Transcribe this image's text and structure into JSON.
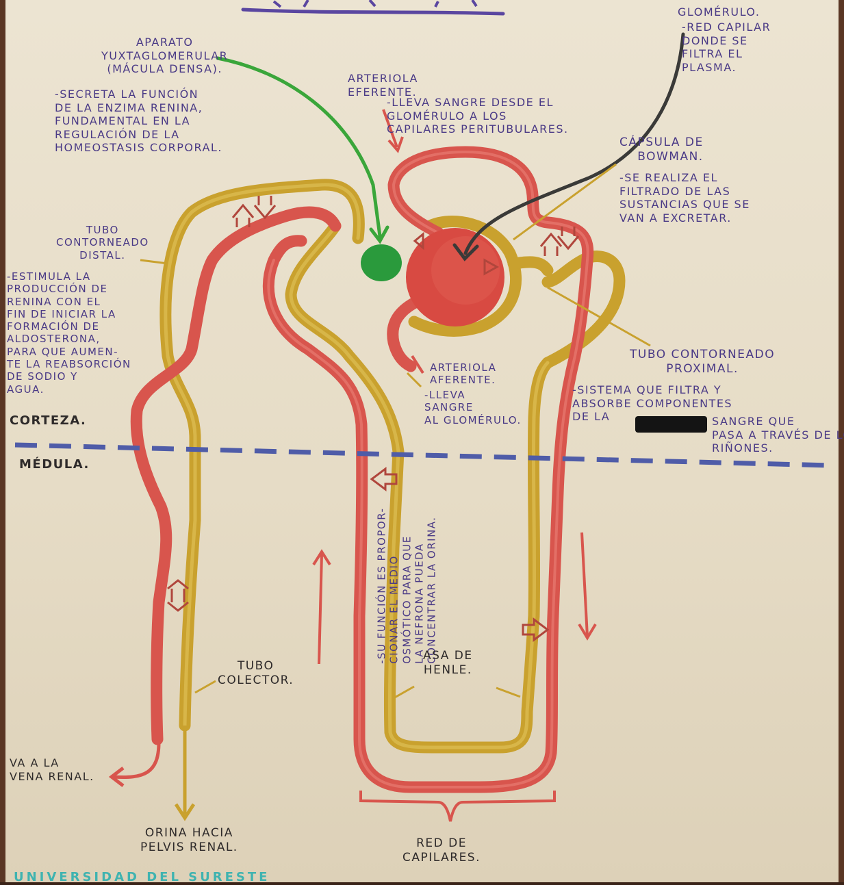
{
  "header": {
    "title_scribble": ""
  },
  "labels": {
    "aparato": {
      "title": "APARATO\nYUXTAGLOMERULAR\n(MÁCULA DENSA).",
      "desc": "-SECRETA LA FUNCIÓN\nDE LA ENZIMA RENINA,\nFUNDAMENTAL EN LA\nREGULACIÓN DE LA\nHOMEOSTASIS CORPORAL."
    },
    "arteriola_eferente": {
      "title": "ARTERIOLA\nEFERENTE.",
      "desc": "-LLEVA SANGRE DESDE EL\nGLOMÉRULO A LOS\nCAPILARES PERITUBULARES."
    },
    "glomerulo": {
      "title": "GLOMÉRULO.",
      "desc": "-RED CAPILAR\nDONDE SE\nFILTRA EL\nPLASMA."
    },
    "capsula": {
      "title": "CÁPSULA DE\nBOWMAN.",
      "desc": "-SE REALIZA EL\nFILTRADO DE LAS\nSUSTANCIAS QUE SE\nVAN A EXCRETAR."
    },
    "tubo_distal": {
      "title": "TUBO\nCONTORNEADO\nDISTAL.",
      "desc": "-ESTIMULA LA\nPRODUCCIÓN DE\nRENINA CON EL\nFIN DE INICIAR LA\nFORMACIÓN DE\nALDOSTERONA,\nPARA QUE AUMEN-\nTE LA REABSORCIÓN\nDE SODIO Y\nAGUA."
    },
    "arteriola_aferente": {
      "title": "ARTERIOLA\nAFERENTE.",
      "desc": "-LLEVA\nSANGRE\nAL GLOMÉRULO."
    },
    "tubo_proximal": {
      "title": "TUBO CONTORNEADO\nPROXIMAL.",
      "desc": "-SISTEMA QUE FILTRA Y\nABSORBE COMPONENTES\nDE LA",
      "desc_tail": "SANGRE QUE\nPASA A TRAVÉS DE LOS\nRIÑONES."
    },
    "corteza": "CORTEZA.",
    "medula": "MÉDULA.",
    "asa_desc": "-SU FUNCIÓN ES PROPOR-\nCIONAR EL MEDIO\nOSMÓTICO PARA QUE\nLA NEFRONA PUEDA\nCONCENTRAR LA ORINA.",
    "asa_title": "ASA DE\nHENLE.",
    "tubo_colector": "TUBO\nCOLECTOR.",
    "vena_renal": "VA A LA\nVENA RENAL.",
    "orina": "ORINA HACIA\nPELVIS RENAL.",
    "red_capilares": "RED DE\nCAPILARES.",
    "footer_university": "UNIVERSIDAD DEL SURESTE"
  },
  "colors": {
    "paper": "#e6dcc6",
    "vessel_red": "#dc5a52",
    "vessel_red_dark": "#c8453e",
    "tubule_yellow": "#d2ad36",
    "tubule_yellow_dark": "#b89428",
    "macula_green": "#2a9a3c",
    "glomerulus": "#d84a42",
    "ink_purple": "#4a3a86",
    "dashed_line": "#4f5ca8"
  }
}
